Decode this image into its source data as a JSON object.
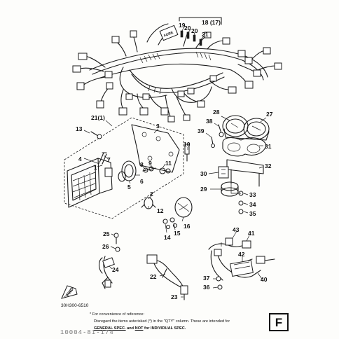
{
  "diagram": {
    "callouts": [
      {
        "id": "c18",
        "text": "18 (17)"
      },
      {
        "id": "c19",
        "text": "19"
      },
      {
        "id": "c20a",
        "text": "20"
      },
      {
        "id": "c20b",
        "text": "20"
      },
      {
        "id": "c21",
        "text": "21"
      },
      {
        "id": "c21b",
        "text": "21(1)"
      },
      {
        "id": "c13",
        "text": "13"
      },
      {
        "id": "c3",
        "text": "3"
      },
      {
        "id": "c10",
        "text": "10"
      },
      {
        "id": "c4",
        "text": "4"
      },
      {
        "id": "c7",
        "text": "7"
      },
      {
        "id": "c1",
        "text": "1"
      },
      {
        "id": "c8",
        "text": "8"
      },
      {
        "id": "c11",
        "text": "11"
      },
      {
        "id": "c9",
        "text": "9"
      },
      {
        "id": "c5",
        "text": "5"
      },
      {
        "id": "c6",
        "text": "6"
      },
      {
        "id": "c2",
        "text": "2"
      },
      {
        "id": "c12",
        "text": "12"
      },
      {
        "id": "c16",
        "text": "16"
      },
      {
        "id": "c14",
        "text": "14"
      },
      {
        "id": "c15",
        "text": "15"
      },
      {
        "id": "c28",
        "text": "28"
      },
      {
        "id": "c27",
        "text": "27"
      },
      {
        "id": "c38",
        "text": "38"
      },
      {
        "id": "c39",
        "text": "39"
      },
      {
        "id": "c31",
        "text": "31"
      },
      {
        "id": "c32",
        "text": "32"
      },
      {
        "id": "c30",
        "text": "30"
      },
      {
        "id": "c29",
        "text": "29"
      },
      {
        "id": "c33",
        "text": "33"
      },
      {
        "id": "c34",
        "text": "34"
      },
      {
        "id": "c35",
        "text": "35"
      },
      {
        "id": "c25",
        "text": "25"
      },
      {
        "id": "c26",
        "text": "26"
      },
      {
        "id": "c24",
        "text": "24"
      },
      {
        "id": "c22",
        "text": "22"
      },
      {
        "id": "c23",
        "text": "23"
      },
      {
        "id": "c43",
        "text": "43"
      },
      {
        "id": "c41",
        "text": "41"
      },
      {
        "id": "c42",
        "text": "42"
      },
      {
        "id": "c37",
        "text": "37"
      },
      {
        "id": "c36",
        "text": "36"
      },
      {
        "id": "c40",
        "text": "40"
      }
    ],
    "fwd_label": "FWD",
    "part_code": "30H300-6510"
  },
  "notes": {
    "line1": "For convenience of reference:",
    "line2": "Disregard the items asterisked (*) in the \"QTY\" column.   These are intended for",
    "line3_a": "GENERAL SPEC.",
    "line3_b": " and ",
    "line3_c": "NOT",
    "line3_d": " for INDIVIDUAL SPEC."
  },
  "footer": {
    "page_code": "10004-81-174",
    "section_letter": "F"
  }
}
